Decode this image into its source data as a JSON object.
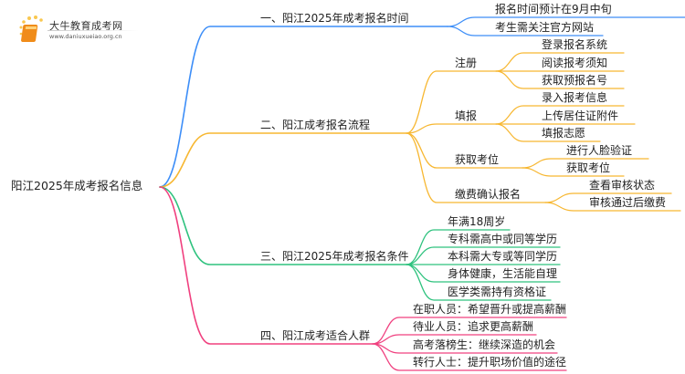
{
  "logo": {
    "title": "大牛教育成考网",
    "url": "www.daniuxueiao.org.cn",
    "icon": "book-icon"
  },
  "colors": {
    "blue": "#3d8ef8",
    "orange": "#f7b731",
    "green": "#2ec27e",
    "pink": "#f0407f"
  },
  "root": {
    "label": "阳江2025年成考报名信息"
  },
  "branches": [
    {
      "label": "一、阳江2025年成考报名时间",
      "children": [
        {
          "label": "报名时间预计在9月中旬"
        },
        {
          "label": "考生需关注官方网站"
        }
      ]
    },
    {
      "label": "二、阳江成考报名流程",
      "children": [
        {
          "label": "注册",
          "children": [
            {
              "label": "登录报名系统"
            },
            {
              "label": "阅读报考须知"
            },
            {
              "label": "获取预报名号"
            }
          ]
        },
        {
          "label": "填报",
          "children": [
            {
              "label": "录入报考信息"
            },
            {
              "label": "上传居住证附件"
            },
            {
              "label": "填报志愿"
            }
          ]
        },
        {
          "label": "获取考位",
          "children": [
            {
              "label": "进行人脸验证"
            },
            {
              "label": "获取考位"
            }
          ]
        },
        {
          "label": "缴费确认报名",
          "children": [
            {
              "label": "查看审核状态"
            },
            {
              "label": "审核通过后缴费"
            }
          ]
        }
      ]
    },
    {
      "label": "三、阳江2025年成考报名条件",
      "children": [
        {
          "label": "年满18周岁"
        },
        {
          "label": "专科需高中或同等学历"
        },
        {
          "label": "本科需大专或等同学历"
        },
        {
          "label": "身体健康，生活能自理"
        },
        {
          "label": "医学类需持有资格证"
        }
      ]
    },
    {
      "label": "四、阳江成考适合人群",
      "children": [
        {
          "label": "在职人员：希望晋升或提高薪酬"
        },
        {
          "label": "待业人员：追求更高薪酬"
        },
        {
          "label": "高考落榜生：继续深造的机会"
        },
        {
          "label": "转行人士：提升职场价值的途径"
        }
      ]
    }
  ]
}
